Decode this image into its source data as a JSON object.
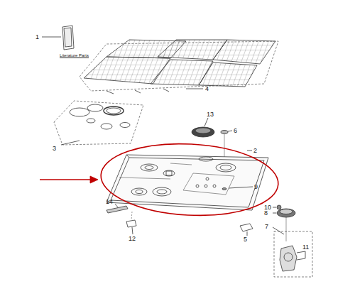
{
  "diagram": {
    "labels": [
      "1",
      "Literature Parts",
      "4",
      "3",
      "13",
      "6",
      "2",
      "9",
      "14",
      "10",
      "8",
      "7",
      "5",
      "12",
      "11"
    ]
  }
}
